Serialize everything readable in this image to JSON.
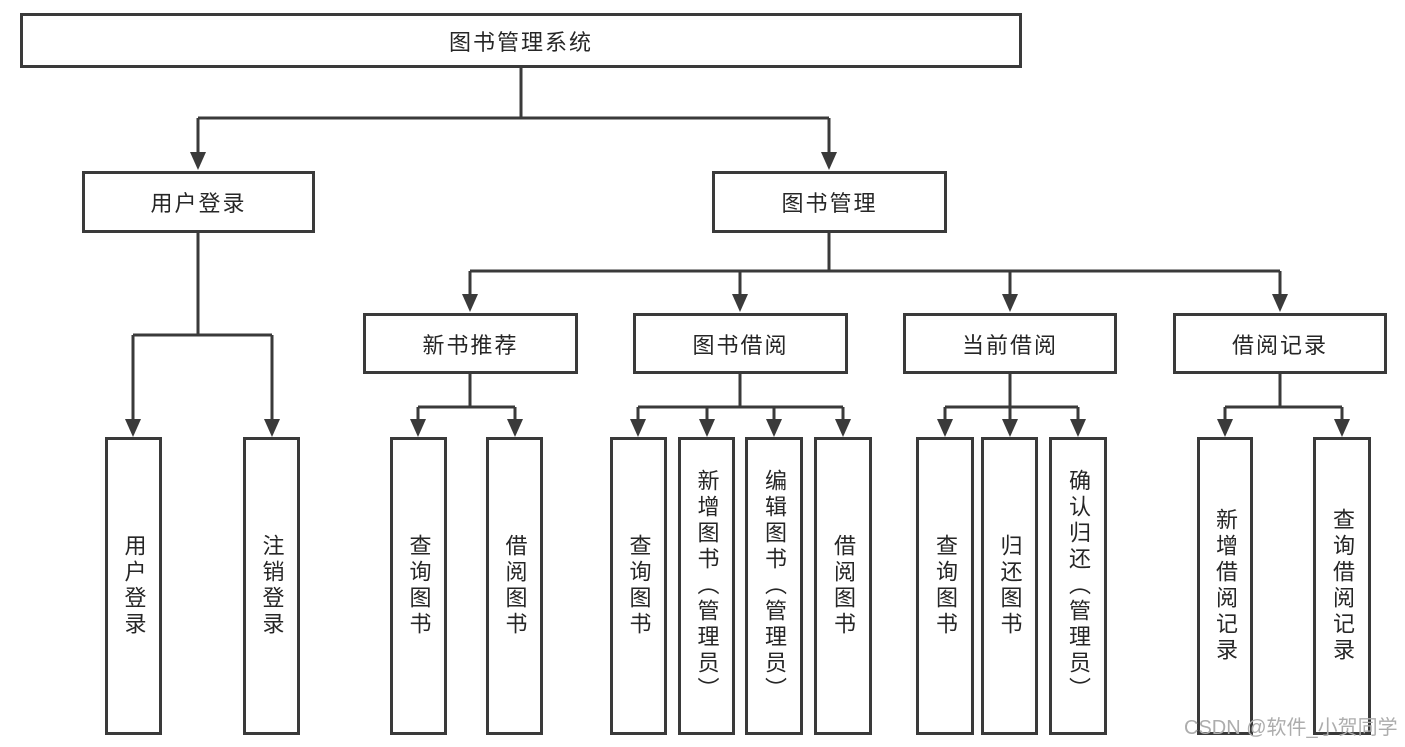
{
  "colors": {
    "line": "#3a3a3a",
    "text": "#262626",
    "box_background": "#ffffff",
    "watermark": "#adadad",
    "page_background": "#ffffff"
  },
  "diagram": {
    "root": {
      "label": "图书管理系统"
    },
    "level2": [
      {
        "label": "用户登录"
      },
      {
        "label": "图书管理"
      }
    ],
    "level3": [
      {
        "label": "新书推荐"
      },
      {
        "label": "图书借阅"
      },
      {
        "label": "当前借阅"
      },
      {
        "label": "借阅记录"
      }
    ],
    "leaves": [
      {
        "label": "用户登录"
      },
      {
        "label": "注销登录"
      },
      {
        "label": "查询图书"
      },
      {
        "label": "借阅图书"
      },
      {
        "label": "查询图书"
      },
      {
        "label": "新增图书（管理员）"
      },
      {
        "label": "编辑图书（管理员）"
      },
      {
        "label": "借阅图书"
      },
      {
        "label": "查询图书"
      },
      {
        "label": "归还图书"
      },
      {
        "label": "确认归还（管理员）"
      },
      {
        "label": "新增借阅记录"
      },
      {
        "label": "查询借阅记录"
      }
    ]
  },
  "watermark": {
    "text": "CSDN @软件_小贺同学"
  }
}
